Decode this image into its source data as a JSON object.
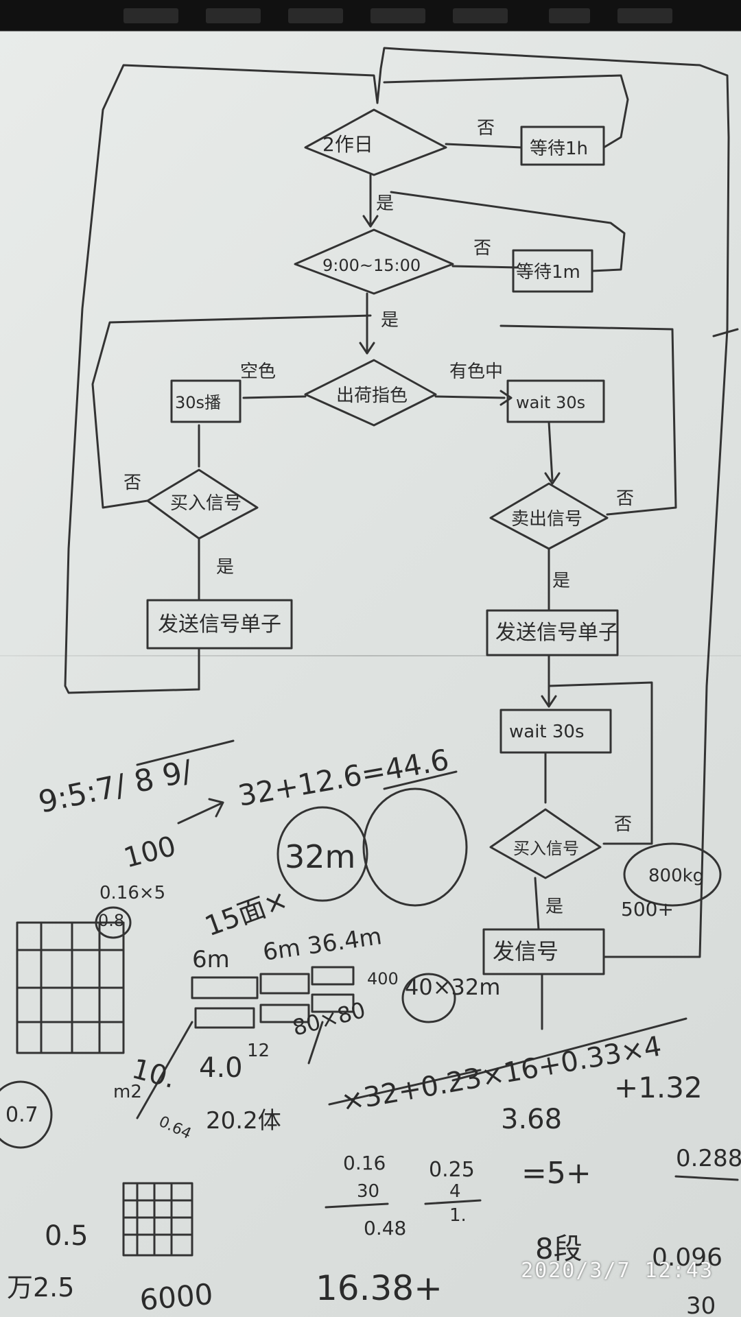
{
  "photo": {
    "flowchart": {
      "d1": "2作日",
      "d1_no": "否",
      "d1_no_box": "等待1h",
      "d1_yes": "是",
      "d2": "9:00~15:00",
      "d2_no": "否",
      "d2_no_box": "等待1m",
      "d2_yes": "是",
      "d3": "出荷指色",
      "d3_left_label": "空色",
      "d3_right_label": "有色中",
      "left_box": "30s播",
      "right_box1": "wait 30s",
      "l_dec": "买入信号",
      "l_dec_no": "否",
      "l_dec_yes": "是",
      "l_send": "发送信号单子",
      "r_dec": "卖出信号",
      "r_dec_no": "否",
      "r_dec_yes": "是",
      "r_send": "发送信号单子",
      "r_wait2": "wait 30s",
      "r_dec2": "买入信号",
      "r_dec2_no": "否",
      "r_dec2_yes": "是",
      "r_send2": "发信号"
    },
    "scribbles": {
      "s1": "9:5:7/ 8 9/",
      "s2": "100",
      "s3": "32+12.6=44.6",
      "s4": "32m",
      "s5": "0.16×5",
      "s6": "0.8",
      "s7": "15面×",
      "s8": "6m",
      "s9": "6m 36.4m",
      "s10": "40×32m",
      "s11": "400",
      "s12": "4.0",
      "s13": "12",
      "s14": "80×80",
      "s15": "10.",
      "s16": "20.2体",
      "s17": "×32+0.23×16+0.33×4",
      "s18": "3.68",
      "s19": "+1.32",
      "s20": "=5+",
      "s21": "0.288",
      "s22": "0.16",
      "s23": "30",
      "s24": "0.48",
      "s25": "0.25",
      "s26": "4",
      "s27": "1.",
      "s28": "0.7",
      "s29": "0.5",
      "s30": "万2.5",
      "s31": "6000",
      "s32": "16.38+",
      "s33": "8段",
      "s34": "0.096",
      "s35": "30",
      "s36": "800kg",
      "s37": "500+",
      "s38": "0.64",
      "s39": "m2"
    },
    "timestamp": "2020/3/7  12:43"
  }
}
